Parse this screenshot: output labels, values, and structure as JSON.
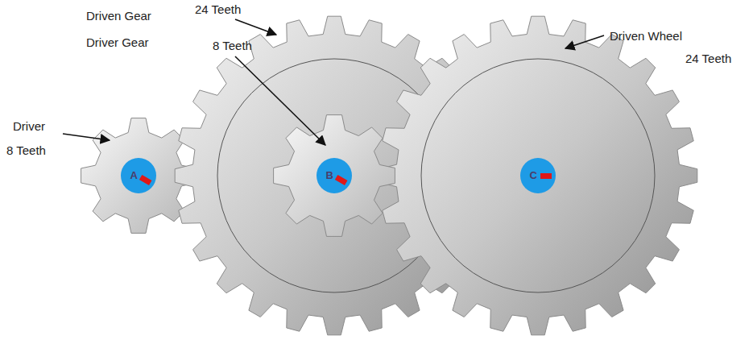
{
  "diagram": {
    "nodes": [
      {
        "text": [
          "A"
        ]
      },
      {
        "text": [
          "B"
        ]
      },
      {
        "text": [
          "C"
        ]
      }
    ],
    "labels": [
      "Driven Gear",
      "24 Teeth",
      "Driver Gear",
      "8 Teeth",
      "Driver",
      "8 Teeth",
      "Driven Wheel",
      "24 Teeth"
    ]
  }
}
